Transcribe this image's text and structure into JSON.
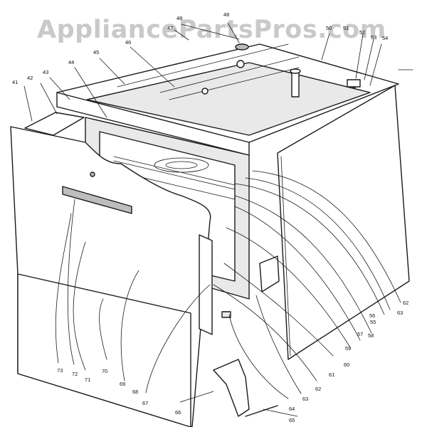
{
  "watermark": "AppliancePartsPros.com",
  "callouts": [
    {
      "id": "41",
      "label": "41"
    },
    {
      "id": "42",
      "label": "42"
    },
    {
      "id": "43",
      "label": "43"
    },
    {
      "id": "44",
      "label": "44"
    },
    {
      "id": "45",
      "label": "45"
    },
    {
      "id": "46",
      "label": "46"
    },
    {
      "id": "47",
      "label": "47"
    },
    {
      "id": "48a",
      "label": "48"
    },
    {
      "id": "48b",
      "label": "48"
    },
    {
      "id": "50",
      "label": "50"
    },
    {
      "id": "51",
      "label": "51"
    },
    {
      "id": "52",
      "label": "52"
    },
    {
      "id": "53",
      "label": "53"
    },
    {
      "id": "54",
      "label": "54"
    },
    {
      "id": "55",
      "label": "55"
    },
    {
      "id": "56",
      "label": "56"
    },
    {
      "id": "57",
      "label": "57"
    },
    {
      "id": "58",
      "label": "58"
    },
    {
      "id": "59",
      "label": "59"
    },
    {
      "id": "60",
      "label": "60"
    },
    {
      "id": "61",
      "label": "61"
    },
    {
      "id": "62",
      "label": "62"
    },
    {
      "id": "62b",
      "label": "62"
    },
    {
      "id": "63",
      "label": "63"
    },
    {
      "id": "63b",
      "label": "63"
    },
    {
      "id": "64",
      "label": "64"
    },
    {
      "id": "65",
      "label": "65"
    },
    {
      "id": "66",
      "label": "66"
    },
    {
      "id": "67",
      "label": "67"
    },
    {
      "id": "68",
      "label": "68"
    },
    {
      "id": "69",
      "label": "69"
    },
    {
      "id": "70",
      "label": "70"
    },
    {
      "id": "71",
      "label": "71"
    },
    {
      "id": "72",
      "label": "72"
    },
    {
      "id": "73",
      "label": "73"
    }
  ]
}
